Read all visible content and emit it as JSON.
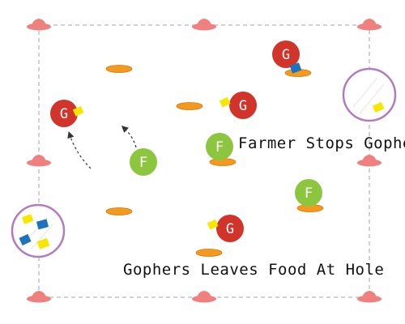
{
  "captions": {
    "farmer_stops": "Farmer Stops Gopher",
    "gopher_leaves": "Gophers Leaves Food At Hole"
  },
  "players": {
    "gopher_letter": "G",
    "farmer_letter": "F"
  },
  "colors": {
    "gopher": "#d0342a",
    "farmer": "#8cc63f",
    "cone": "#f08080",
    "hole": "#f39a1e",
    "food_yellow": "#f7e600",
    "food_blue": "#1e73be",
    "zone_ring": "#b27bc0",
    "boundary": "#b8b8b8",
    "arrow": "#333333"
  }
}
